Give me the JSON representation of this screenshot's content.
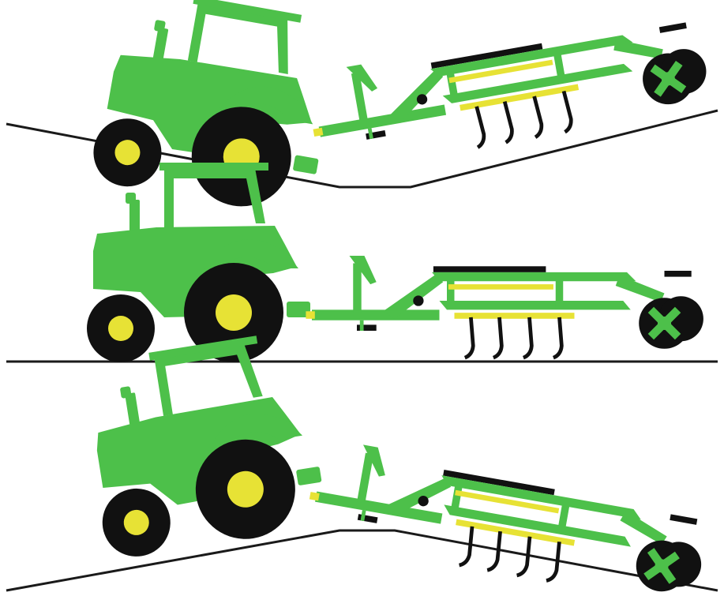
{
  "figure": {
    "panels": [
      {
        "terrain": "dip"
      },
      {
        "terrain": "flat"
      },
      {
        "terrain": "crest"
      }
    ]
  },
  "colors": {
    "tractor_green": "#4dc04a",
    "tine_yellow": "#e7e235",
    "hub_yellow": "#e7e235",
    "tire_black": "#111111",
    "ground_line": "#1a1a1a",
    "background": "#ffffff"
  },
  "icons": {
    "tractor": "tractor-icon",
    "cultivator": "cultivator-implement-icon"
  }
}
